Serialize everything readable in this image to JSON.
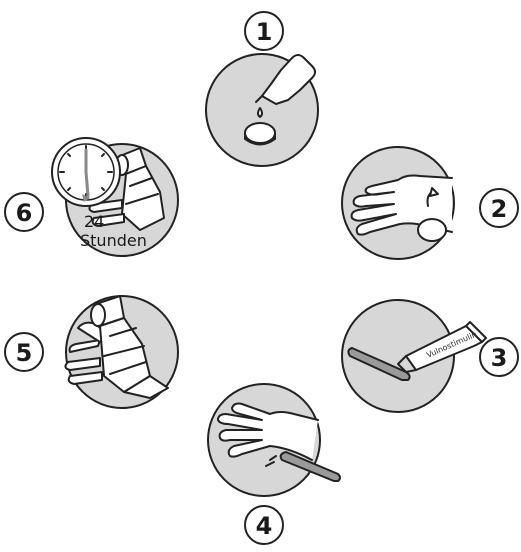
{
  "steps": [
    {
      "number": "1"
    },
    {
      "number": "2"
    },
    {
      "number": "3",
      "tube_label": "Vulnostimulin"
    },
    {
      "number": "4"
    },
    {
      "number": "5"
    },
    {
      "number": "6",
      "caption_line1": "24",
      "caption_line2": "Stunden"
    }
  ],
  "colors": {
    "disc": "#d7d7d7",
    "outline": "#222222",
    "spatula": "#9a9a9a",
    "clock_hand": "#8a8a8a"
  }
}
